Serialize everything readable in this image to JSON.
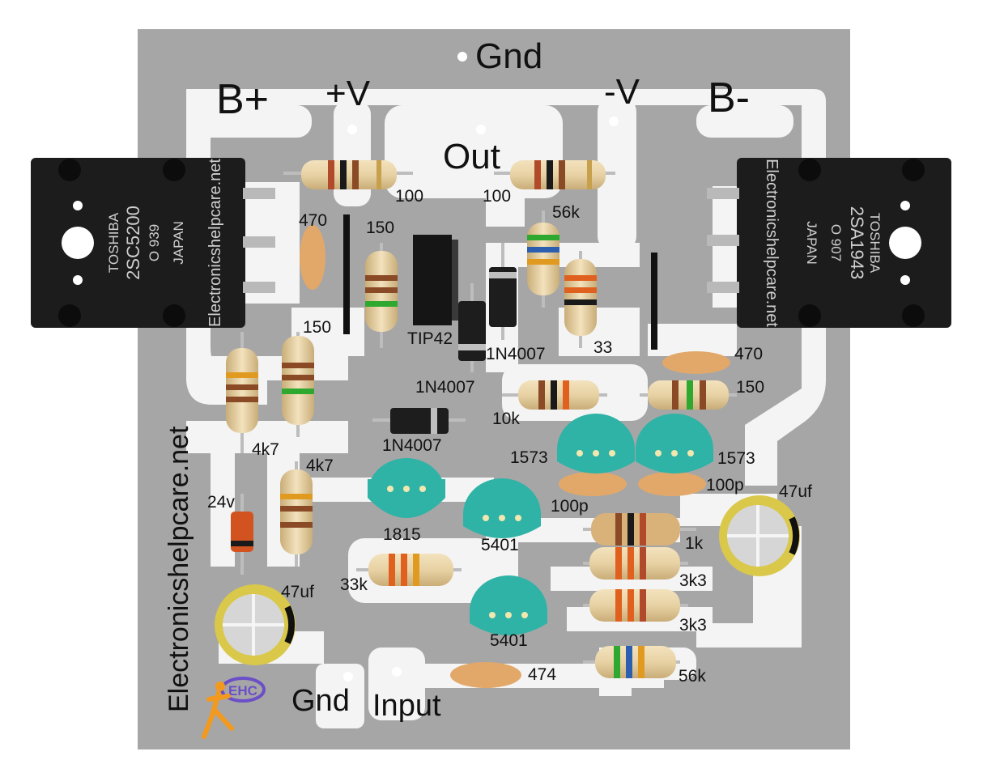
{
  "board": {
    "colors": {
      "pcb": "#a6a6a6",
      "trace": "#f4f4f4",
      "transistor_body": "#1c1c1c",
      "to92": "#2fb3a6",
      "ceramic": "#e2a86a",
      "electrolytic": "#d9c84a"
    },
    "terminals": {
      "gnd_top": "Gnd",
      "b_plus": "B+",
      "v_plus": "+V",
      "out": "Out",
      "v_minus": "-V",
      "b_minus": "B-",
      "gnd_bottom": "Gnd",
      "input": "Input"
    },
    "power_transistors": {
      "left": {
        "brand": "TOSHIBA",
        "part": "2SC5200",
        "code": "O 939",
        "origin": "JAPAN",
        "site": "Electronicshelpcare.net"
      },
      "right": {
        "brand": "TOSHIBA",
        "part": "2SA1943",
        "code": "O 907",
        "origin": "JAPAN",
        "site": "Electronicshelpcare.net"
      }
    },
    "watermark": "Electronicshelpcare.net",
    "logo": {
      "letters": "EHC",
      "icon": "running-figure-logo-icon"
    },
    "labels": {
      "r_100_left": "100",
      "r_100_right": "100",
      "r_56k_top": "56k",
      "c_470_left": "470",
      "r_150_mid": "150",
      "r_150_left": "150",
      "tip42": "TIP42",
      "d_1n4007_a": "1N4007",
      "d_1n4007_b": "1N4007",
      "d_1n4007_c": "1N4007",
      "r_33": "33",
      "c_470_right": "470",
      "r_150_right": "150",
      "r_10k": "10k",
      "r_4k7_a": "4k7",
      "r_4k7_b": "4k7",
      "q_1573_a": "1573",
      "q_1573_b": "1573",
      "c_100p_a": "100p",
      "c_100p_b": "100p",
      "c_47uf_right": "47uf",
      "z_24v": "24v",
      "q_1815": "1815",
      "q_5401_a": "5401",
      "q_5401_b": "5401",
      "r_1k": "1k",
      "r_3k3_a": "3k3",
      "r_3k3_b": "3k3",
      "r_33k": "33k",
      "c_47uf_left": "47uf",
      "c_474": "474",
      "r_56k_bottom": "56k"
    }
  }
}
